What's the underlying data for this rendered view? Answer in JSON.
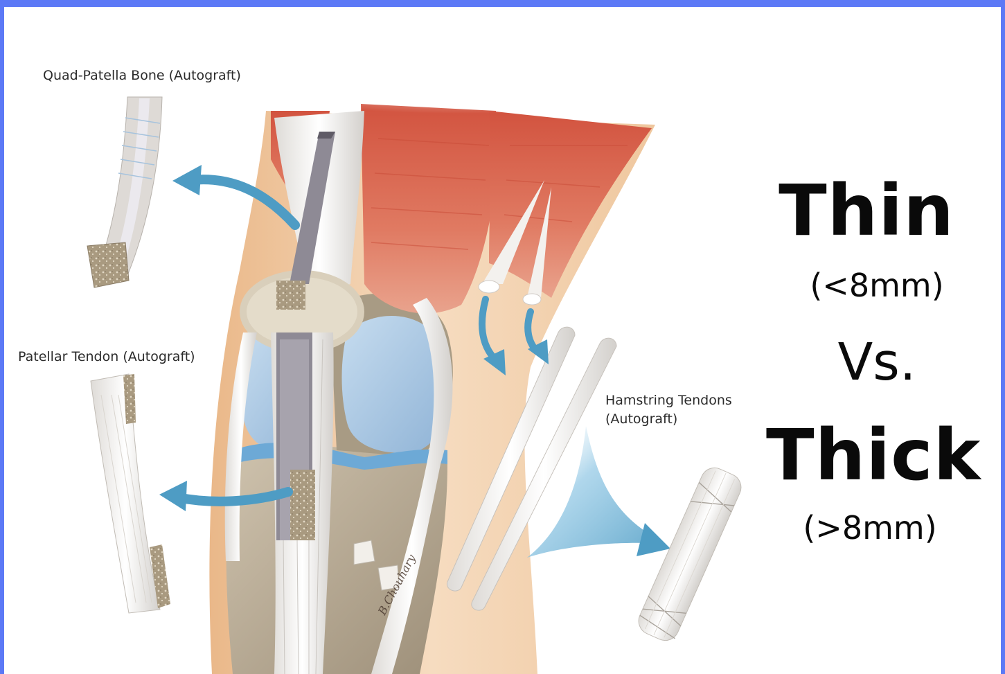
{
  "labels": {
    "quad_patella": "Quad-Patella Bone (Autograft)",
    "patellar_tendon": "Patellar Tendon (Autograft)",
    "hamstring_line1": "Hamstring Tendons",
    "hamstring_line2": "(Autograft)"
  },
  "comparison": {
    "thin": "Thin",
    "thin_size": "(<8mm)",
    "versus": "Vs.",
    "thick": "Thick",
    "thick_size": "(>8mm)"
  },
  "artist_signature": "B.Chouhary",
  "colors": {
    "frame_border": "#5c79f6",
    "arrow": "#4e9cc4",
    "muscle": "#d9614b",
    "skin": "#f1cfa8",
    "cartilage": "#a9c8e4",
    "bone": "#bfb09a",
    "tendon": "#f1efec"
  }
}
